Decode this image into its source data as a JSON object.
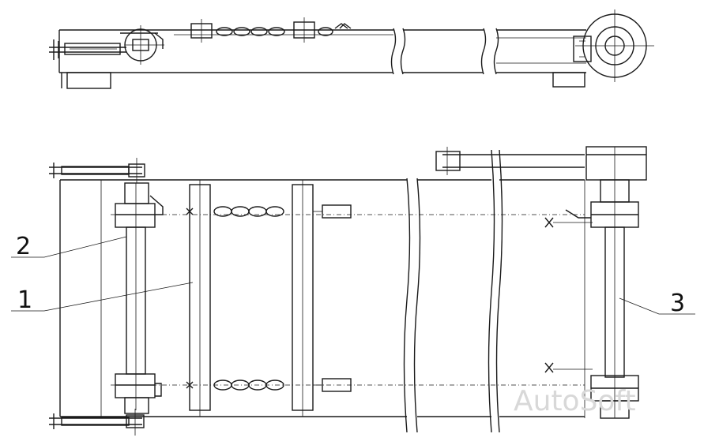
{
  "drawing": {
    "callouts": [
      {
        "id": "1",
        "label": "1"
      },
      {
        "id": "2",
        "label": "2"
      },
      {
        "id": "3",
        "label": "3"
      }
    ],
    "watermark": "AutoSoft",
    "colors": {
      "ink": "#1a1a1a",
      "paper": "#ffffff",
      "watermark": "#d8d8d8"
    }
  }
}
